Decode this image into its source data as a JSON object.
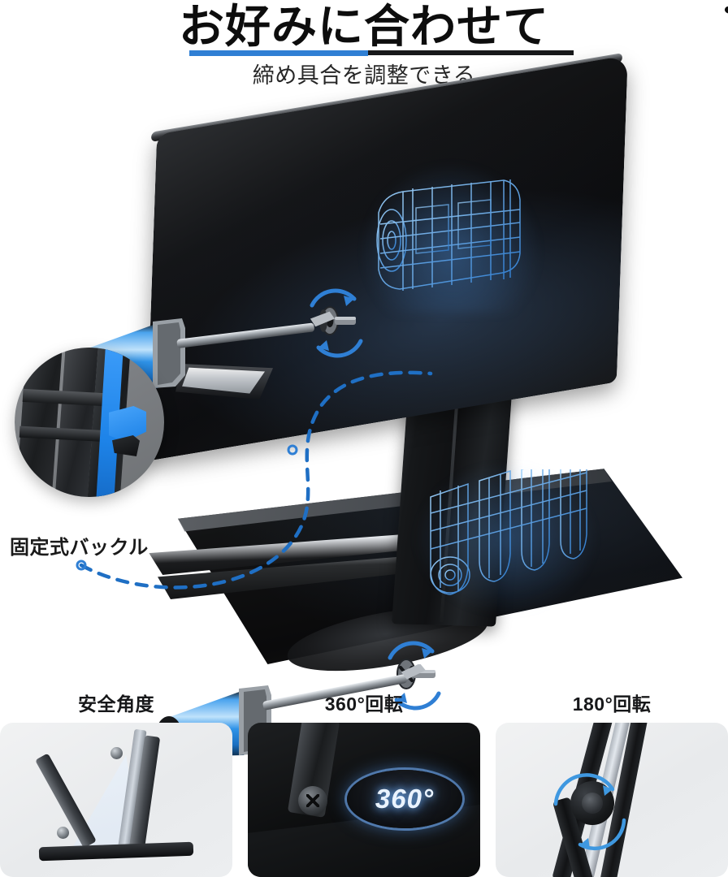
{
  "page": {
    "background_color": "#ffffff",
    "accent_blue": "#2f7fd4",
    "dark": "#17181a"
  },
  "header": {
    "headline": "お好みに合わせて",
    "subtitle": "締め具合を調整できる",
    "underline_blue_color": "#2f7fd4",
    "underline_dark_color": "#17181a",
    "accent_icon": "curved-swash-icon"
  },
  "hero": {
    "product": "adjustable tablet stand",
    "top_plate_name": "tablet-holder-plate",
    "base_plate_name": "stand-base-plate",
    "column_name": "support-column",
    "wireframe_overlay_color": "#4a9ae8",
    "screwdriver_handle_color": "#2f93e8",
    "rotation_arrow_color": "#2f7fd4",
    "dashed_connector_color": "#1f6fc4",
    "callout": {
      "label": "固定式バックル",
      "highlight_color": "#2d8ef0",
      "inset_background": "#7c7f83"
    }
  },
  "features": [
    {
      "label": "安全角度",
      "thumb_style": "light",
      "icon": "triangle-stand-icon"
    },
    {
      "label": "360°回転",
      "thumb_style": "dark",
      "badge_text": "360°",
      "icon": "rotation-disc-icon"
    },
    {
      "label": "180°回転",
      "thumb_style": "light",
      "icon": "hinge-rotation-icon"
    }
  ]
}
